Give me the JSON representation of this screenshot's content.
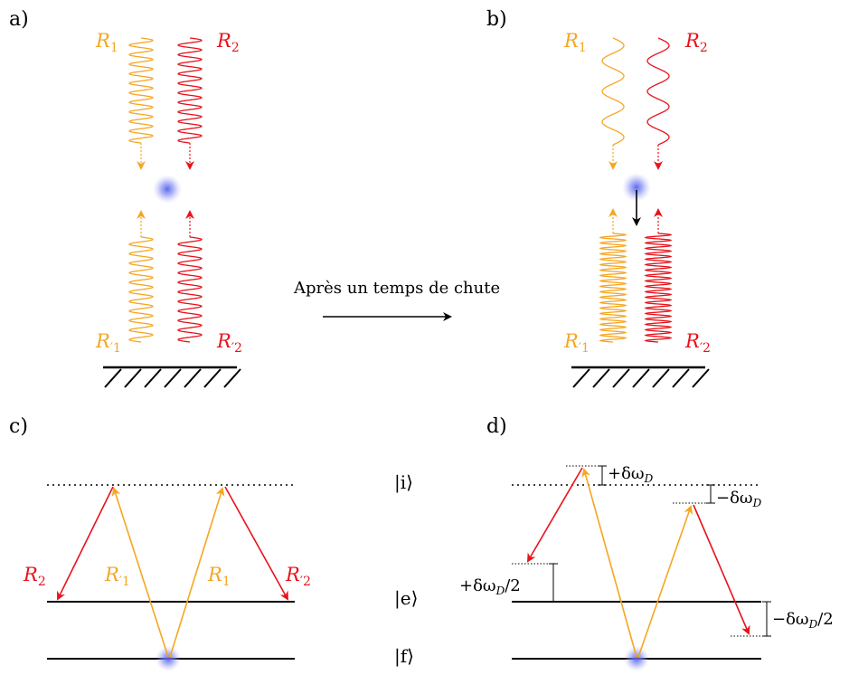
{
  "panels": {
    "a": "a)",
    "b": "b)",
    "c": "c)",
    "d": "d)"
  },
  "beams": {
    "R1": "R",
    "R2": "R",
    "R1p": "R",
    "R2p": "R",
    "sub1": "1",
    "sub2": "2",
    "prime_sub1": "′1",
    "prime_sub2": "′2"
  },
  "caption": "Après un temps de chute",
  "levels": {
    "i": "|i⟩",
    "e": "|e⟩",
    "f": "|f⟩"
  },
  "shifts": {
    "plus_dw": "+δω",
    "minus_dw": "−δω",
    "plus_dw_half": "+δω",
    "minus_dw_half": "−δω",
    "D": "D",
    "half": "/2"
  },
  "colors": {
    "orange": "#f5a623",
    "red": "#e8121b",
    "atom": "#6f7bf0",
    "black": "#000000"
  }
}
